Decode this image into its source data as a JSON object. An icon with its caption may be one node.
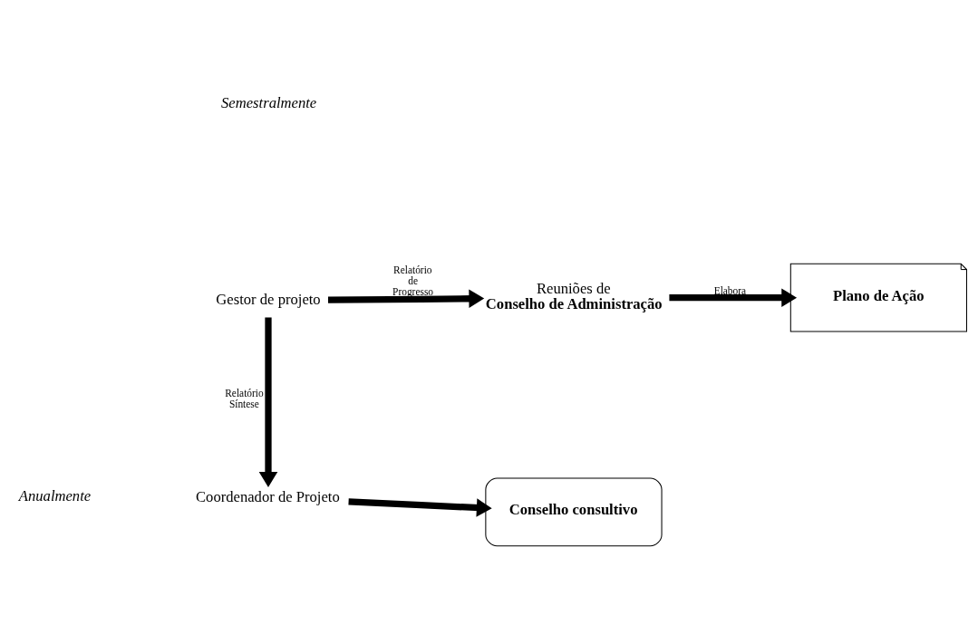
{
  "diagram": {
    "nodes": [
      {
        "text": [
          "Gestor de projeto"
        ]
      },
      {
        "text": [
          "Reuniões de",
          "Conselho de Administração"
        ]
      },
      {
        "text": [
          "Plano de Ação"
        ]
      },
      {
        "text": [
          "Coordenador de Projeto"
        ]
      },
      {
        "text": [
          "Conselho consultivo"
        ]
      }
    ],
    "edges": [
      {
        "from": 0,
        "to": 1,
        "arrow": "to",
        "label": "Relatório de Progresso"
      },
      {
        "from": 1,
        "to": 2,
        "arrow": "to",
        "label": "Elabora"
      },
      {
        "from": 0,
        "to": 3,
        "arrow": "to",
        "label": "Relatório Síntese"
      },
      {
        "from": 3,
        "to": 4,
        "arrow": "to"
      }
    ],
    "labels": [
      "Semestralmente",
      "Anualmente"
    ]
  }
}
